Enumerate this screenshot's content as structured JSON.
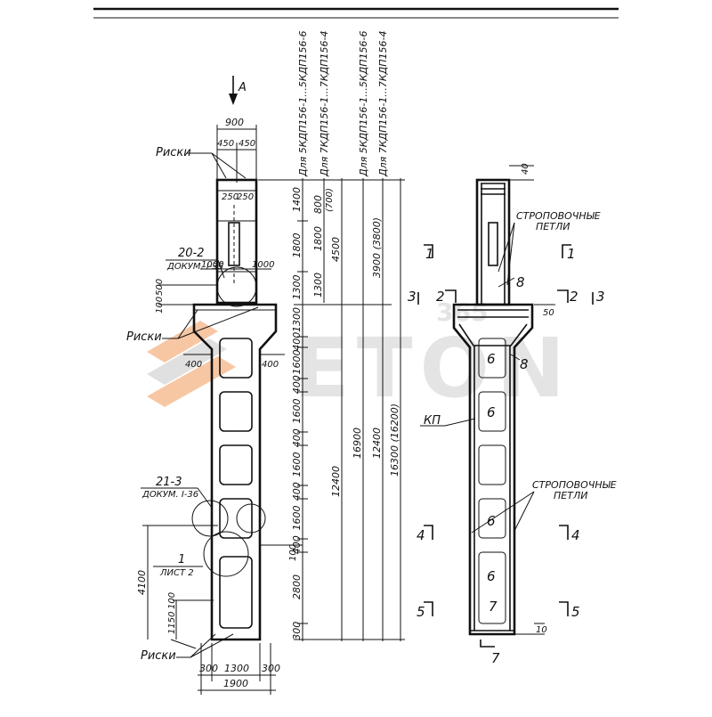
{
  "watermark": {
    "brand": "ETON",
    "small": "365",
    "colors": {
      "orange": "#f29a5a",
      "gray": "#c8c8c8"
    }
  },
  "left_view": {
    "view_label": "А",
    "width_dims": {
      "top_total": "900",
      "top_half_1": "450",
      "top_half_2": "450",
      "top_inner_1": "250",
      "top_inner_2": "250"
    },
    "labels": {
      "riski_top": "Риски",
      "riski_mid": "Риски",
      "riski_bottom": "Риски",
      "node_20_title": "20-2",
      "node_20_doc": "ДОКУМ. I-35",
      "node_21_title": "21-3",
      "node_21_doc": "ДОКУМ. I-36",
      "node_1_title": "1",
      "node_1_doc": "ЛИСТ 2"
    },
    "side_dims": {
      "d1000_left": "1000",
      "d1000_right": "1000",
      "d100": "100",
      "d500": "500",
      "d400_left": "400",
      "d400_right": "400",
      "d100_small": "100",
      "d4100": "4100",
      "d1150": "1150",
      "d100_bottom": "100"
    },
    "bottom_dims": {
      "b1": "300",
      "b2": "1300",
      "b3": "300",
      "total": "1900"
    }
  },
  "dim_chain_1": [
    "1400",
    "1800",
    "1300",
    "1300",
    "400",
    "1600",
    "400",
    "1600",
    "400",
    "1600",
    "400",
    "1600",
    "400",
    "2800",
    "300"
  ],
  "dim_chain_2": [
    "800",
    "(700)",
    "1800",
    "1300"
  ],
  "dim_totals": {
    "c1": "12400",
    "c2": "4500",
    "c3": "16900",
    "c4": "12400",
    "c5": "3900 (3800)",
    "c6": "16300 (16200)"
  },
  "column_headers": {
    "h1": "Для 5КДП156-1...5КДП156-6",
    "h2": "Для 7КДП156-1...7КДП156-4",
    "h3": "Для 5КДП156-1...5КДП156-6",
    "h4": "Для 7КДП156-1...7КДП156-4"
  },
  "right_view": {
    "top_dim": "40",
    "label_stropov_1_line1": "СТРОПОВОЧНЫЕ",
    "label_stropov_1_line2": "ПЕТЛИ",
    "label_stropov_2_line1": "СТРОПОВОЧНЫЕ",
    "label_stropov_2_line2": "ПЕТЛИ",
    "label_kp": "КП",
    "dim_50": "50",
    "dim_10": "10",
    "section_marks": {
      "s1_left": "1",
      "s1_right": "1",
      "s2_left": "2",
      "s2_right": "2",
      "s3_left": "3",
      "s3_right": "3",
      "s4_left": "4",
      "s4_right": "4",
      "s5_left": "5",
      "s5_right": "5",
      "s7": "7"
    },
    "markers": {
      "m8_top": "8",
      "m8_right": "8",
      "m6_a": "6",
      "m6_b": "6",
      "m6_c": "6",
      "m6_d": "6",
      "m7": "7"
    }
  }
}
